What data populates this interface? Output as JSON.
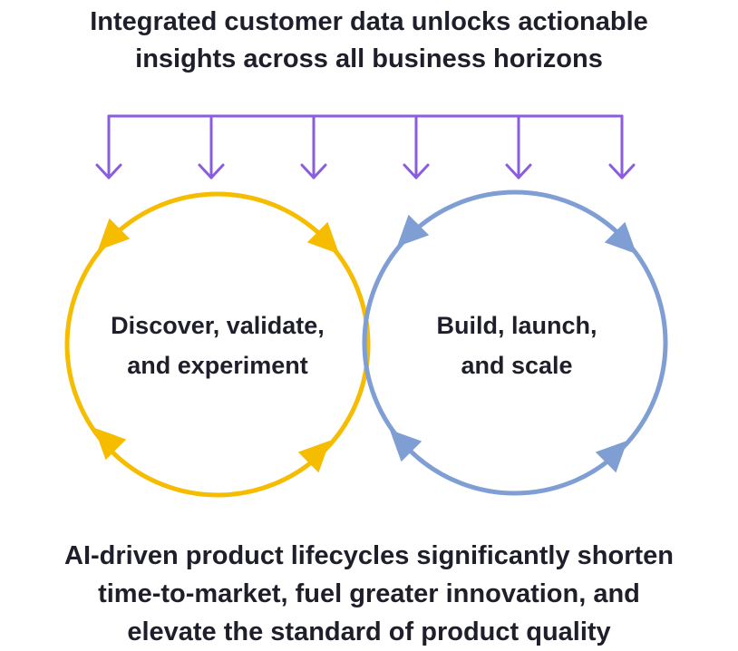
{
  "header": {
    "line1": "Integrated customer data unlocks actionable",
    "line2": "insights across all business horizons"
  },
  "cycles": [
    {
      "line1": "Discover, validate,",
      "line2": "and experiment",
      "color": "#F5BC00"
    },
    {
      "line1": "Build, launch,",
      "line2": "and scale",
      "color": "#7F9ED4"
    }
  ],
  "connector": {
    "color": "#8A5CE0",
    "arrow_count": 6
  },
  "footer": {
    "line1": "AI-driven product lifecycles significantly shorten",
    "line2": "time-to-market, fuel greater innovation, and",
    "line3": "elevate the standard of product quality"
  }
}
